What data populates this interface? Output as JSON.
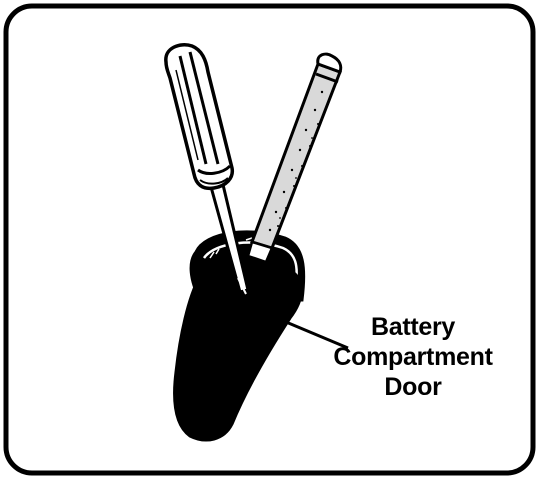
{
  "callout": {
    "line1": "Battery",
    "line2": "Compartment",
    "line3": "Door"
  },
  "colors": {
    "ink": "#000000",
    "paper": "#ffffff",
    "shaft_fill": "#d9d9d9"
  },
  "objects": [
    "screwdriver",
    "probe-tool",
    "battery-compartment-door"
  ]
}
